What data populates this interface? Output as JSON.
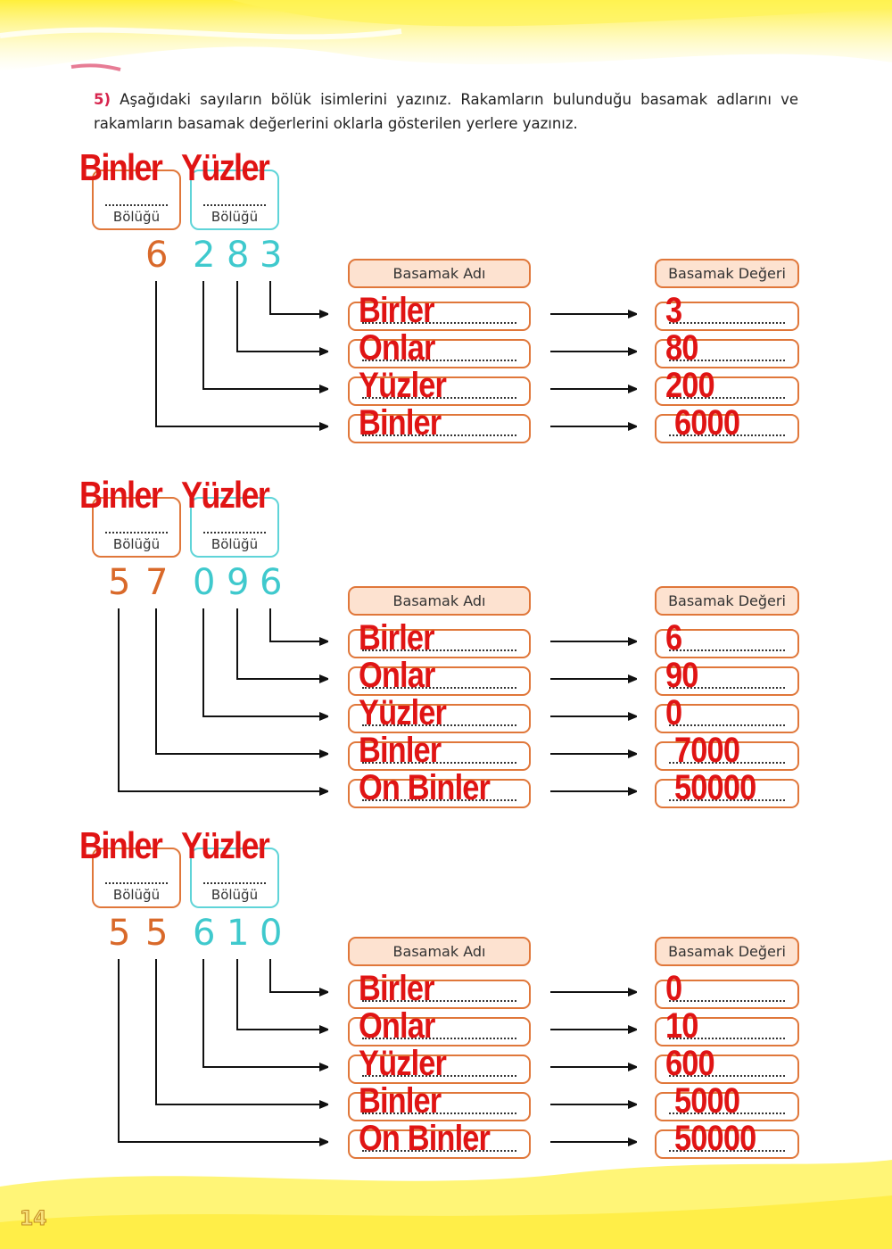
{
  "instruction": {
    "number": "5)",
    "text": "Aşağıdaki sayıların bölük isimlerini yazınız. Rakamların bulunduğu basamak adlarını ve rakamların basamak değerlerini oklarla gösterilen yerlere yazınız."
  },
  "labels": {
    "group_caption": "Bölüğü",
    "basamak_adi": "Basamak Adı",
    "basamak_degeri": "Basamak Değeri"
  },
  "exercises": [
    {
      "digits": [
        "6",
        "2",
        "8",
        "3"
      ],
      "groups": [
        "Binler",
        "Yüzler"
      ],
      "place_names": [
        "Birler",
        "Onlar",
        "Yüzler",
        "Binler"
      ],
      "place_values": [
        "3",
        "80",
        "200",
        "6000"
      ]
    },
    {
      "digits": [
        "5",
        "7",
        "0",
        "9",
        "6"
      ],
      "groups": [
        "Binler",
        "Yüzler"
      ],
      "place_names": [
        "Birler",
        "Onlar",
        "Yüzler",
        "Binler",
        "On Binler"
      ],
      "place_values": [
        "6",
        "90",
        "0",
        "7000",
        "50000"
      ]
    },
    {
      "digits": [
        "5",
        "5",
        "6",
        "1",
        "0"
      ],
      "groups": [
        "Binler",
        "Yüzler"
      ],
      "place_names": [
        "Birler",
        "Onlar",
        "Yüzler",
        "Binler",
        "On Binler"
      ],
      "place_values": [
        "0",
        "10",
        "600",
        "5000",
        "50000"
      ]
    }
  ],
  "page_number": "14",
  "colors": {
    "answer_red": "#e01414",
    "box_orange": "#e0773a",
    "box_teal": "#5fd4d8",
    "digit_orange": "#d9692a",
    "digit_teal": "#3fc9cd",
    "header_fill": "#fde2d0"
  }
}
